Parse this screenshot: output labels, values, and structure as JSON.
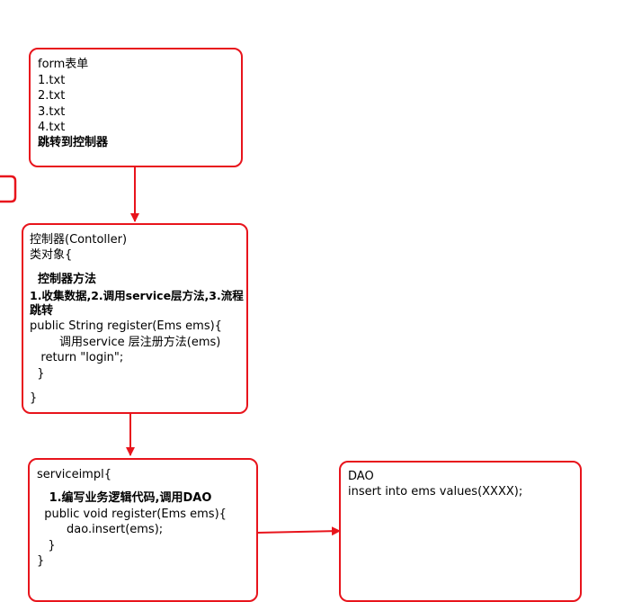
{
  "form_box": {
    "lines": [
      "form表单",
      "1.txt",
      "2.txt",
      "3.txt",
      "4.txt",
      "跳转到控制器"
    ]
  },
  "controller_box": {
    "lines": [
      "控制器(Contoller)",
      "类对象{",
      "",
      "  控制器方法",
      "1.收集数据,2.调用service层方法,3.流程",
      "跳转",
      "public String register(Ems ems){",
      "        调用service 层注册方法(ems)",
      "   return \"login\";",
      "  }",
      "",
      "}"
    ]
  },
  "service_box": {
    "lines": [
      "serviceimpl{",
      "",
      "   1.编写业务逻辑代码,调用DAO",
      "  public void register(Ems ems){",
      "        dao.insert(ems);",
      "   }",
      "}"
    ]
  },
  "dao_box": {
    "lines": [
      "DAO",
      "insert into ems values(XXXX);"
    ]
  },
  "colors": {
    "border": "#e8141c",
    "arrow": "#e8141c",
    "text": "#000000"
  }
}
